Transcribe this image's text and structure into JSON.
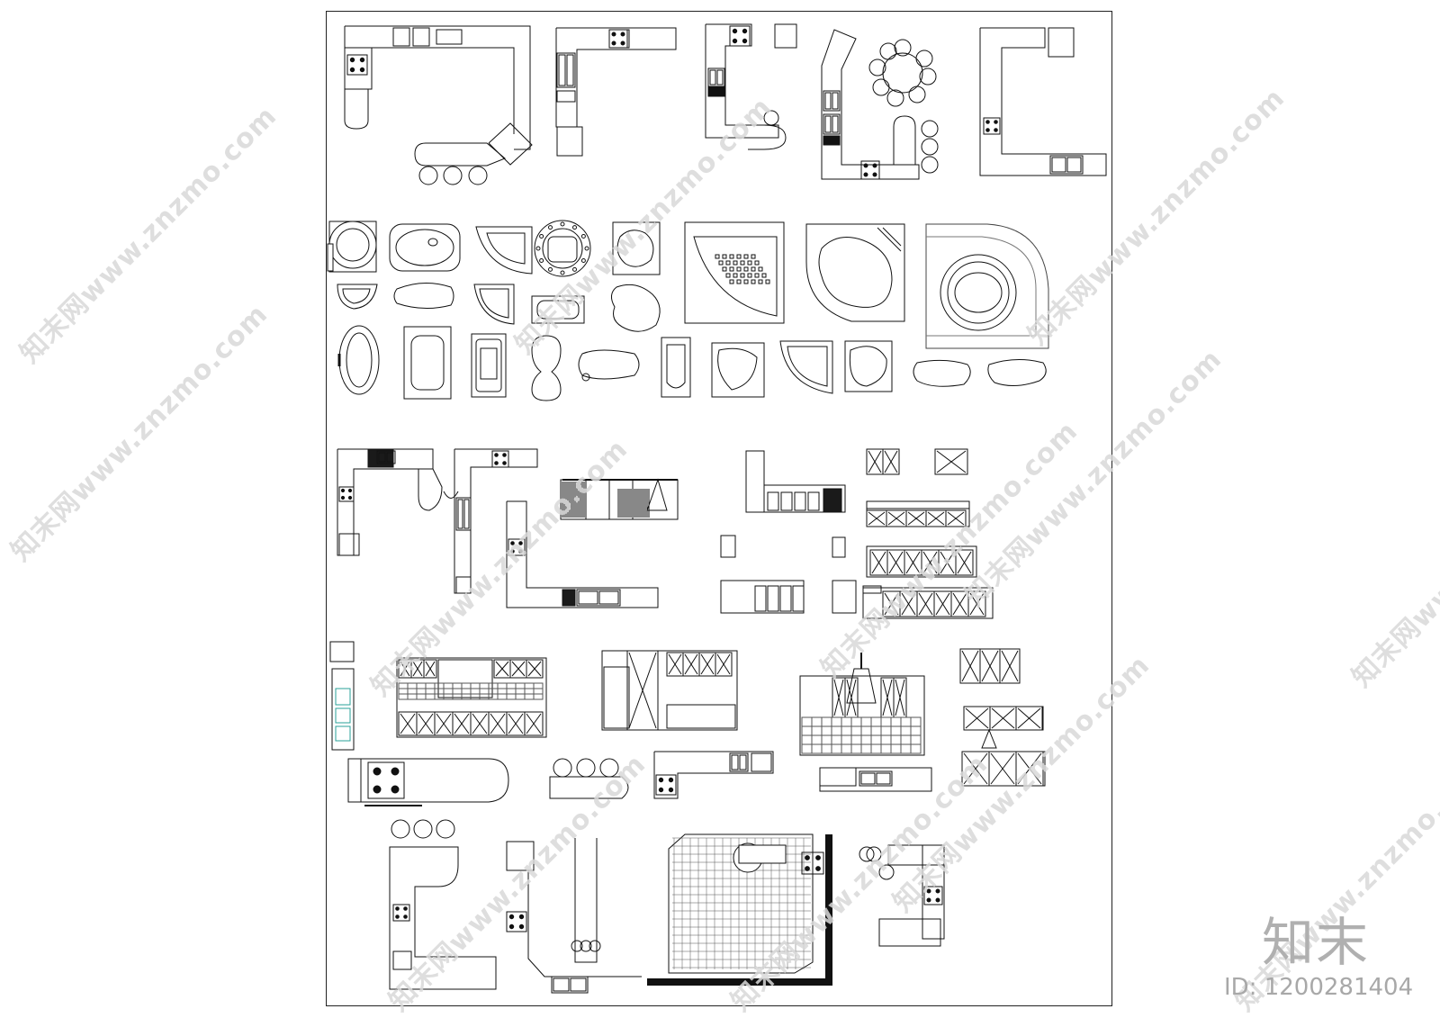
{
  "sheet": {
    "ink_color": "#111111",
    "tile_color": "#555555",
    "accent_tint": "#2aa198",
    "dark_fill": "#1a1a1a"
  },
  "watermark": {
    "text": "知末网www.znzmo.com",
    "color": "#d9d9d9"
  },
  "brand": {
    "logo_text": "知末",
    "id_label": "ID: 1200281404"
  }
}
